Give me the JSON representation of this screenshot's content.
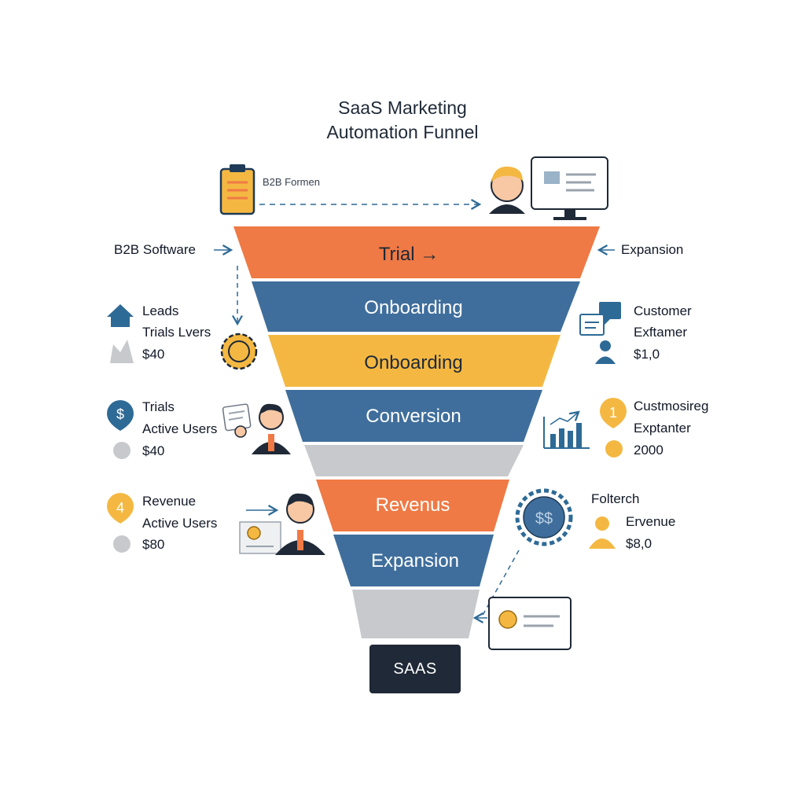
{
  "title": {
    "line1": "SaaS Marketing",
    "line2": "Automation Funnel"
  },
  "top_note": "B2B Formen",
  "funnel": {
    "stages": [
      {
        "label": "Trial →",
        "color": "#ef7a45"
      },
      {
        "label": "Onboarding",
        "color": "#3f6e9c"
      },
      {
        "label": "Onboarding",
        "color": "#f4b842"
      },
      {
        "label": "Conversion",
        "color": "#3f6e9c"
      },
      {
        "label": "",
        "color": "#c7c9cc"
      },
      {
        "label": "Revenus",
        "color": "#ef7a45"
      },
      {
        "label": "Expansion",
        "color": "#3f6e9c"
      },
      {
        "label": "",
        "color": "#c7c9cc"
      }
    ],
    "base_label": "SAAS"
  },
  "left": {
    "entry": "B2B Software",
    "g1": {
      "l1": "Leads",
      "l2": "Trials Lvers",
      "l3": "$40"
    },
    "g2": {
      "badge": "$",
      "l1": "Trials",
      "l2": "Active Users",
      "l3": "$40"
    },
    "g3": {
      "badge": "4",
      "l1": "Revenue",
      "l2": "Active Users",
      "l3": "$80"
    }
  },
  "right": {
    "entry": "Expansion",
    "g1": {
      "l1": "Customer",
      "l2": "Exftamer",
      "l3": "$1,0"
    },
    "g2": {
      "badge": "1",
      "l1": "Custmosireg",
      "l2": "Exptanter",
      "l3": "2000"
    },
    "g3": {
      "l1": "Folterch",
      "l2": "Ervenue",
      "l3": "$8,0"
    },
    "gear_text": "$$"
  },
  "colors": {
    "orange": "#ef7a45",
    "blue": "#3f6e9c",
    "yellow": "#f4b842",
    "gray": "#c7c9cc",
    "navy": "#1f2937",
    "icon_blue": "#2e6a96"
  },
  "icons": [
    "clipboard-icon",
    "person-avatar-icon",
    "monitor-icon",
    "house-icon",
    "crown-icon",
    "gear-icon",
    "dollar-badge-icon",
    "businessman-icon",
    "badge-number-icon",
    "speech-bubbles-icon",
    "bar-chart-icon",
    "user-icon",
    "dollar-gear-icon",
    "document-card-icon"
  ]
}
